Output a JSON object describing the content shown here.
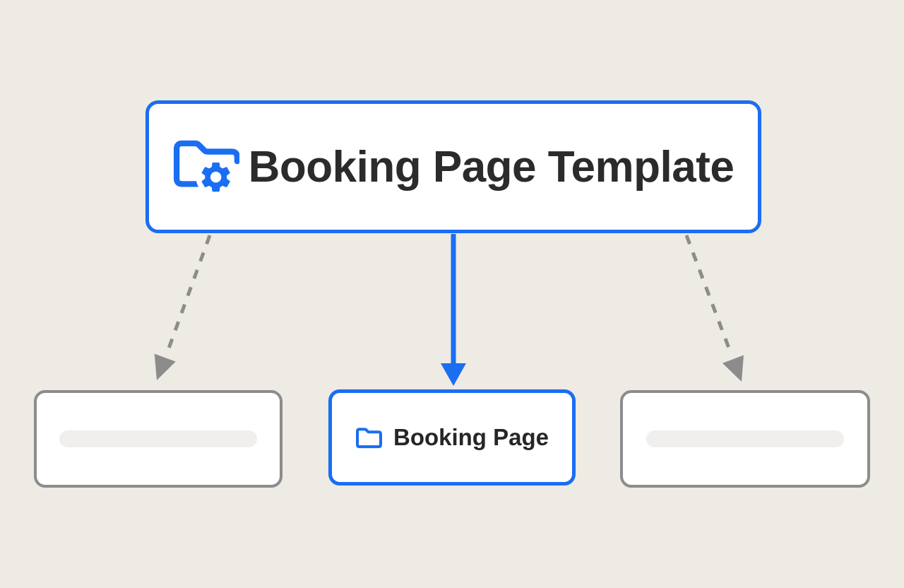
{
  "page": {
    "background_color": "#eeeae4",
    "description": "Flow diagram: a Booking Page Template generates a Booking Page"
  },
  "colors": {
    "accent_blue": "#1a6ef2",
    "node_border_gray": "#8c8c8c",
    "connector_gray": "#8c8c8c",
    "root_title_text": "#2b2b2b",
    "child_label_text": "#262626",
    "skeleton_bar": "#f0efee",
    "node_background": "#ffffff"
  },
  "diagram": {
    "root_node": {
      "label": "Booking Page Template",
      "icon": "folder-gear-icon"
    },
    "child_nodes": [
      {
        "type": "skeleton-placeholder",
        "label": "",
        "icon": ""
      },
      {
        "type": "highlighted",
        "label": "Booking Page",
        "icon": "folder-icon"
      },
      {
        "type": "skeleton-placeholder",
        "label": "",
        "icon": ""
      }
    ],
    "connectors": [
      {
        "from": "root-node",
        "to": "left-child-node",
        "style": "dashed-gray-arrow"
      },
      {
        "from": "root-node",
        "to": "center-child-node",
        "style": "solid-blue-arrow"
      },
      {
        "from": "root-node",
        "to": "right-child-node",
        "style": "dashed-gray-arrow"
      }
    ]
  }
}
